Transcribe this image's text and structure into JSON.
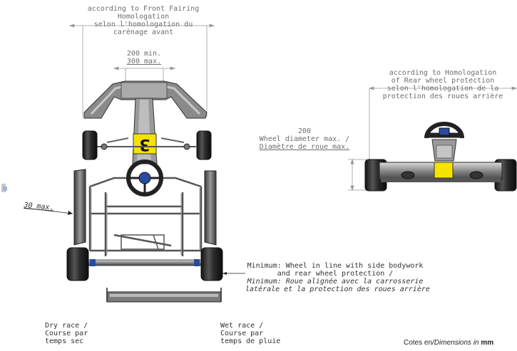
{
  "top_annotation": {
    "line1": "according to Front Fairing",
    "line2": "Homologation",
    "line3": "selon l'homologation du",
    "line4": "carénage avant"
  },
  "bumper_width": {
    "min": "200 min.",
    "max": "300 max."
  },
  "rear_protection": {
    "line1": "according to Homologation",
    "line2": "of Rear wheel protection",
    "line3": "selon l'homologation de la",
    "line4": "protection des roues arrière"
  },
  "wheel_diameter": {
    "value": "200",
    "line1": "Wheel diameter max. /",
    "line2": "Diamètre de roue max."
  },
  "side_clearance": {
    "label": "30 max."
  },
  "minimum_note": {
    "line1": "Minimum: Wheel in line with side bodywork",
    "line2": "and rear wheel protection /",
    "line3_prefix": "Minimum:",
    "line3_rest": " Roue alignée avec la carrosserie",
    "line4": "latérale et la protection des roues arrière"
  },
  "number_plate": {
    "label": "3",
    "color": "#f5e400"
  },
  "rear_plate_color": "#f5e400",
  "dry_race": {
    "line1": "Dry race /",
    "line2": "Course par",
    "line3": "temps sec"
  },
  "wet_race": {
    "line1": "Wet race /",
    "line2": "Course par",
    "line3": "temps de pluie"
  },
  "footer": {
    "prefix": "Cotes en",
    "slash_italic": "/Dimensions in ",
    "unit": "mm"
  }
}
